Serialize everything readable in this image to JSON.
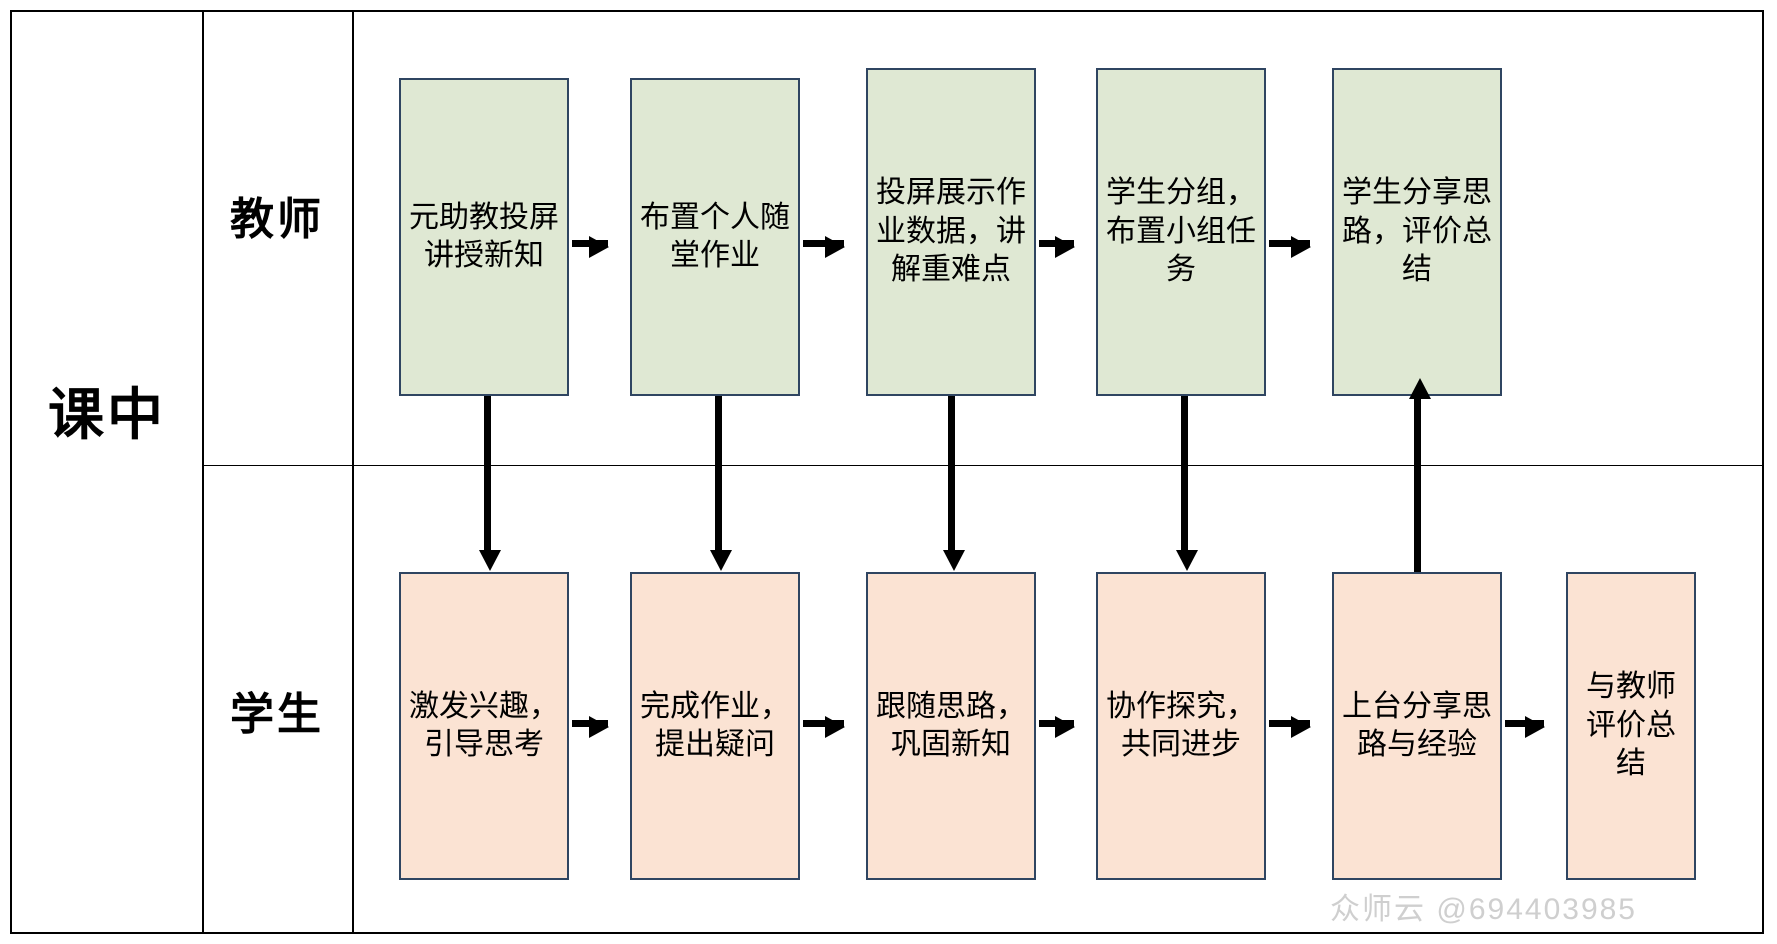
{
  "diagram": {
    "phase_label": "课中",
    "roles": [
      {
        "key": "teacher",
        "label": "教师"
      },
      {
        "key": "student",
        "label": "学生"
      }
    ],
    "colors": {
      "teacher_fill": "#dfe8d3",
      "student_fill": "#fbe3d3",
      "box_border": "#2f4561",
      "table_border": "#000000",
      "watermark": "#cfcfcf"
    },
    "teacher_steps": [
      {
        "id": "t1",
        "text": "元助教投屏讲授新知"
      },
      {
        "id": "t2",
        "text": "布置个人随堂作业"
      },
      {
        "id": "t3",
        "text": "投屏展示作业数据，讲解重难点"
      },
      {
        "id": "t4",
        "text": "学生分组，布置小组任务"
      },
      {
        "id": "t5",
        "text": "学生分享思路，评价总结"
      }
    ],
    "student_steps": [
      {
        "id": "s1",
        "text": "激发兴趣，引导思考"
      },
      {
        "id": "s2",
        "text": "完成作业，提出疑问"
      },
      {
        "id": "s3",
        "text": "跟随思路，巩固新知"
      },
      {
        "id": "s4",
        "text": "协作探究，共同进步"
      },
      {
        "id": "s5",
        "text": "上台分享思路与经验"
      },
      {
        "id": "s6",
        "text": "与教师评价总结"
      }
    ],
    "flow_arrows": {
      "teacher_chain": [
        "t1→t2",
        "t2→t3",
        "t3→t4",
        "t4→t5"
      ],
      "student_chain": [
        "s1→s2",
        "s2→s3",
        "s3→s4",
        "s4→s5",
        "s5→s6"
      ],
      "cross_down": [
        "t1→s1",
        "t2→s2",
        "t3→s3",
        "t4→s4"
      ],
      "cross_up": [
        "s5→t5"
      ]
    }
  },
  "watermark": {
    "text": "众师云 @694403985"
  }
}
